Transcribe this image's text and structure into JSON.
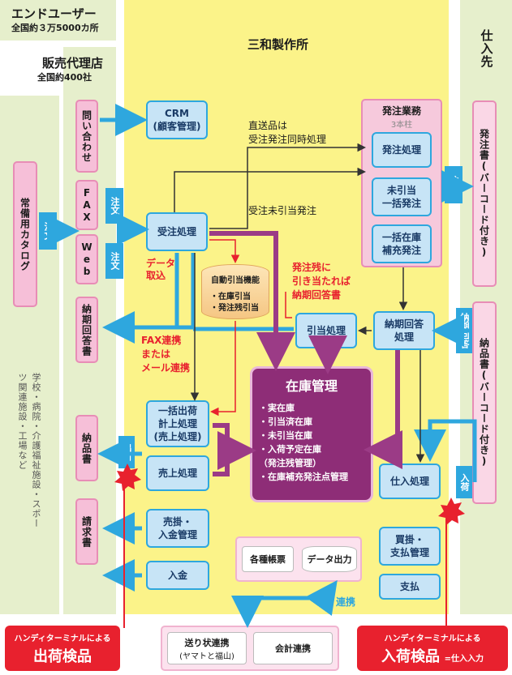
{
  "header": {
    "end_user_title": "エンドユーザー",
    "end_user_sub": "全国約３万5000カ所",
    "dealer_title": "販売代理店",
    "dealer_sub": "全国約400社",
    "company_title": "三和製作所",
    "supplier_title": "仕入先"
  },
  "left": {
    "catalog": "常備用カタログ",
    "customers": "学校・病院・介護福祉施設・スポーツ関連施設・工場など",
    "order_tag": "注文"
  },
  "dealer": {
    "inquiry": "問い合わせ",
    "fax": "FAX",
    "web": "Web",
    "fax_order": "注文",
    "web_order": "注文",
    "delivery_reply": "納期回答書",
    "delivery_note": "納品書",
    "invoice": "請求書",
    "ship_tag": "出荷"
  },
  "company": {
    "crm_line1": "CRM",
    "crm_line2": "(顧客管理)",
    "order_proc": "受注処理",
    "data_in_line1": "データ",
    "data_in_line2": "取込",
    "direct_line1": "直送品は",
    "direct_line2": "受注発注同時処理",
    "unalloc_order": "受注未引当発注",
    "auto_title": "自動引当機能",
    "auto_item1": "・在庫引当",
    "auto_item2": "・発注残引当",
    "backorder_line1": "発注残に",
    "backorder_line2": "引き当たれば",
    "backorder_line3": "納期回答書",
    "fax_line1": "FAX連携",
    "fax_line2": "または",
    "fax_line3": "メール連携",
    "alloc_proc": "引当処理",
    "reply_proc_line1": "納期回答",
    "reply_proc_line2": "処理",
    "po_title": "発注業務",
    "po_sub": "3本柱",
    "po_proc": "発注処理",
    "po_unalloc_line1": "未引当",
    "po_unalloc_line2": "一括発注",
    "po_refill_line1": "一括在庫",
    "po_refill_line2": "補充発注",
    "po_tag": "注文",
    "batch_line1": "一括出荷",
    "batch_line2": "計上処理",
    "batch_line3": "(売上処理)",
    "sales_proc": "売上処理",
    "stock_title": "在庫管理",
    "stock_items": [
      "・実在庫",
      "・引当済在庫",
      "・未引当在庫",
      "・入荷予定在庫",
      "（発注残管理）",
      "・在庫補充発注点管理"
    ],
    "purchase_proc": "仕入処理",
    "ar_line1": "売掛・",
    "ar_line2": "入金管理",
    "payment_in": "入金",
    "ap_line1": "買掛・",
    "ap_line2": "支払管理",
    "payment_out": "支払",
    "reports": "各種帳票",
    "data_out": "データ出力",
    "link_tag": "連携"
  },
  "supplier": {
    "po_doc": "発注書(バーコード付き)",
    "reply_tag": "納期回答",
    "delivery_doc": "納品書(バーコード付き)",
    "arrival_tag": "入荷"
  },
  "bottom": {
    "ship_banner_top": "ハンディターミナルによる",
    "ship_banner_main": "出荷検品",
    "arrive_banner_top": "ハンディターミナルによる",
    "arrive_banner_main": "入荷検品",
    "arrive_banner_suffix": "=仕入入力",
    "shipping_link_line1": "送り状連携",
    "shipping_link_line2": "(ヤマトと福山)",
    "accounting_link": "会計連携"
  },
  "colors": {
    "process_blue": "#2ea7de",
    "stock_purple": "#8e2d77",
    "alert_red": "#e8212e",
    "dealer_pink": "#f6bfd8",
    "company_yellow": "#fbf389",
    "column_green": "#e6efcc"
  }
}
